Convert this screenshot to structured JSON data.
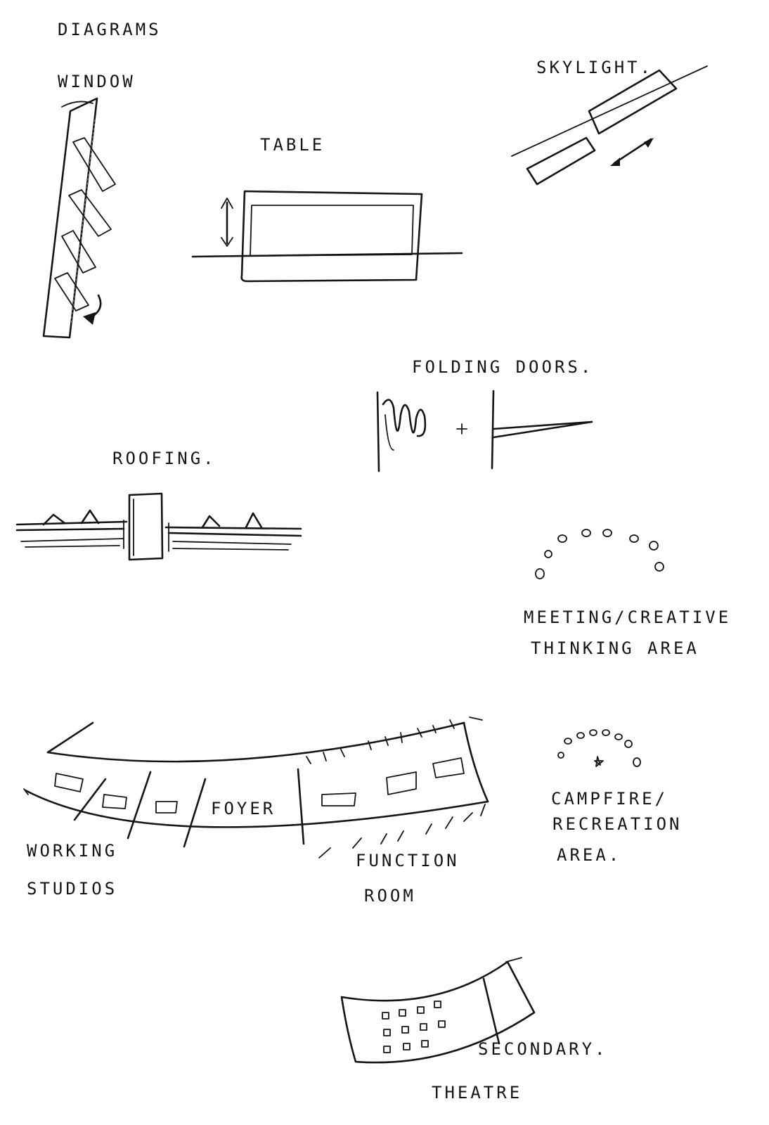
{
  "page_title": "DIAGRAMS",
  "labels": {
    "window": "WINDOW",
    "table": "TABLE",
    "skylight": "SKYLIGHT.",
    "folding_doors": "FOLDING DOORS.",
    "roofing": "ROOFING.",
    "meeting_line1": "MEETING/CREATIVE",
    "meeting_line2": "THINKING AREA",
    "foyer": "FOYER",
    "working_line1": "WORKING",
    "working_line2": "STUDIOS",
    "function_line1": "FUNCTION",
    "function_line2": "ROOM",
    "campfire_line1": "CAMPFIRE/",
    "campfire_line2": "RECREATION",
    "campfire_line3": "AREA.",
    "secondary_line1": "SECONDARY.",
    "secondary_line2": "THEATRE"
  }
}
